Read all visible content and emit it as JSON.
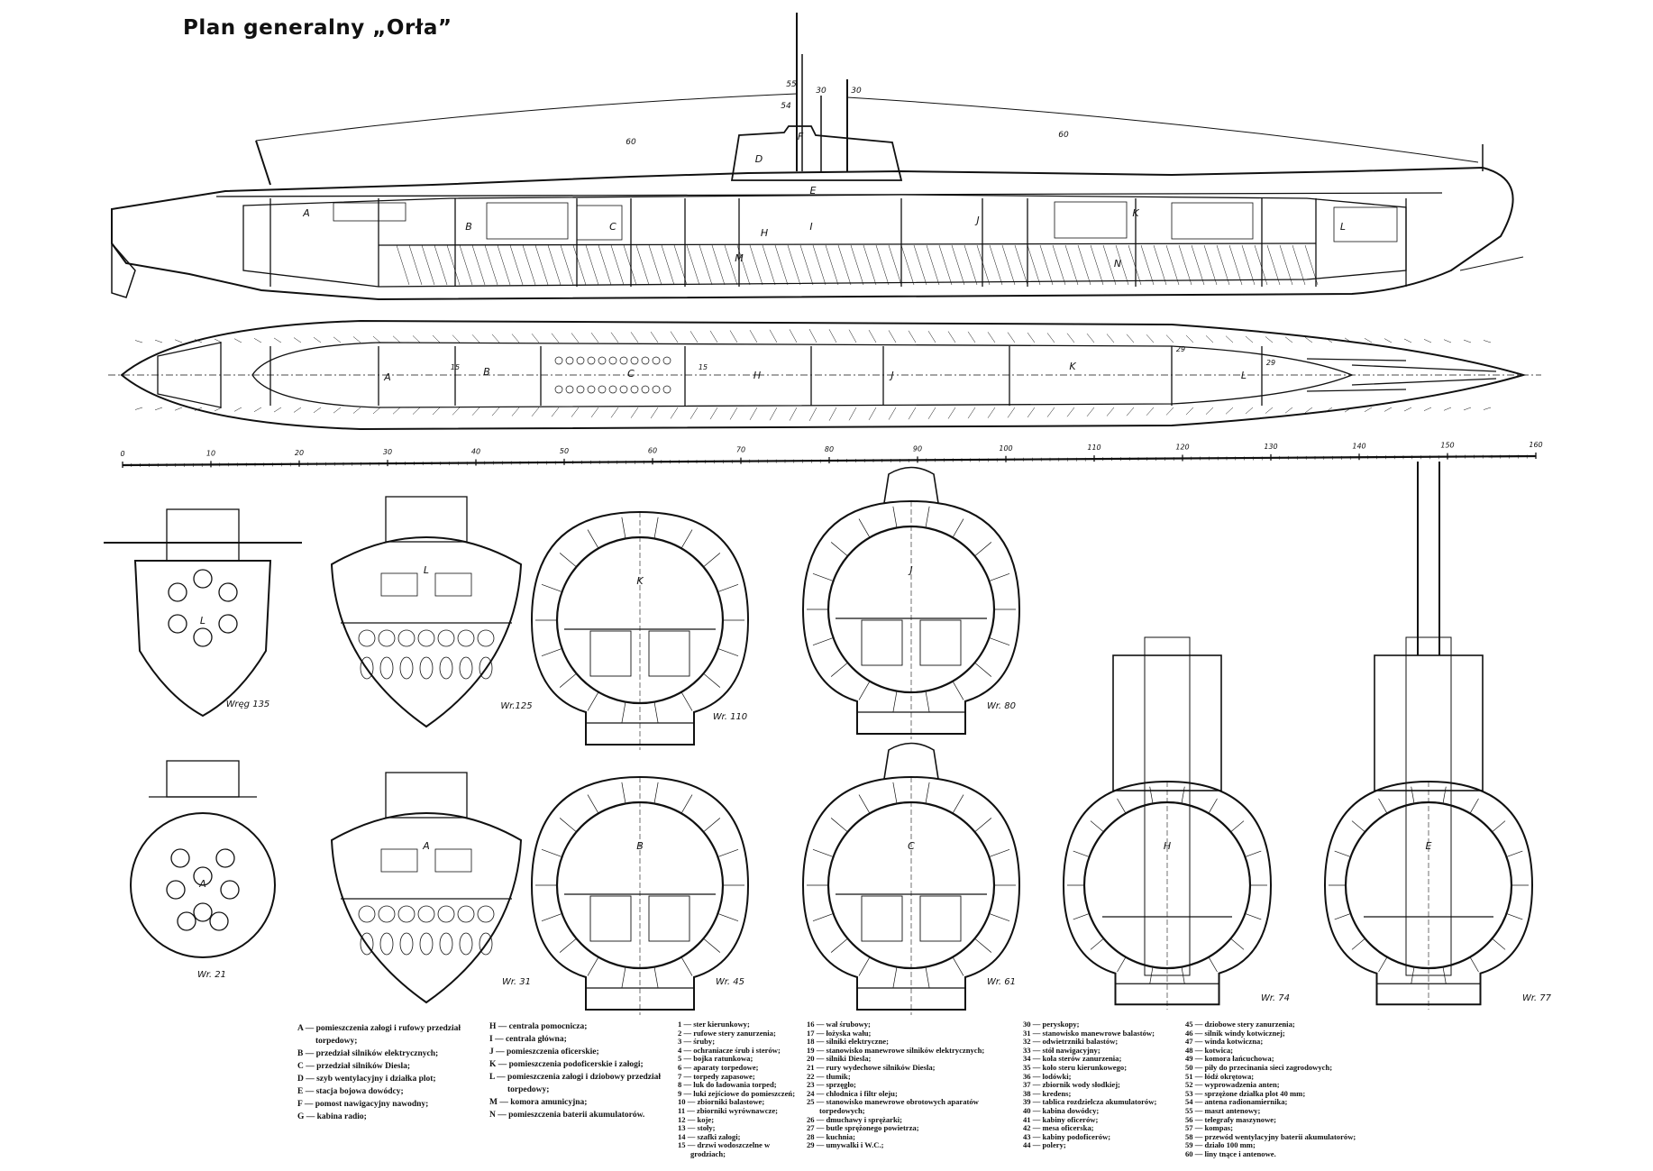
{
  "title": "Plan generalny „Orła”",
  "scale": {
    "labels": [
      "0",
      "10",
      "20",
      "30",
      "40",
      "50",
      "60",
      "70",
      "80",
      "90",
      "100",
      "110",
      "120",
      "130",
      "140",
      "150",
      "160"
    ]
  },
  "side_view": {
    "labels": [
      "A",
      "B",
      "C",
      "D",
      "E",
      "F",
      "H",
      "I",
      "M",
      "J",
      "K",
      "N",
      "L",
      "60",
      "60",
      "55",
      "30",
      "30",
      "54"
    ]
  },
  "plan_view": {
    "labels": [
      "A",
      "B",
      "C",
      "H",
      "J",
      "K",
      "L",
      "15",
      "15",
      "29",
      "29"
    ]
  },
  "sections": [
    {
      "label": "Wręg 135",
      "letter": "L"
    },
    {
      "label": "Wr.125",
      "letter": "L"
    },
    {
      "label": "Wr. 110",
      "letter": "K"
    },
    {
      "label": "Wr. 80",
      "letter": "J"
    },
    {
      "label": "Wr. 21",
      "letter": "A"
    },
    {
      "label": "Wr. 31",
      "letter": "A"
    },
    {
      "label": "Wr. 45",
      "letter": "B"
    },
    {
      "label": "Wr. 61",
      "letter": "C"
    },
    {
      "label": "Wr. 74",
      "letter": "H"
    },
    {
      "label": "Wr. 77",
      "letter": "E"
    }
  ],
  "legend": {
    "letters_left": [
      "A — pomieszczenia załogi i rufowy przedział torpedowy;",
      "B — przedział silników elektrycznych;",
      "C — przedział silników Diesla;",
      "D — szyb wentylacyjny i działka plot;",
      "E — stacja bojowa dowódcy;",
      "F — pomost nawigacyjny nawodny;",
      "G — kabina radio;"
    ],
    "letters_right": [
      "H — centrala pomocnicza;",
      "I — centrala główna;",
      "J — pomieszczenia oficerskie;",
      "K — pomieszczenia podoficerskie i załogi;",
      "L — pomieszczenia załogi i dziobowy przedział torpedowy;",
      "M — komora amunicyjna;",
      "N — pomieszczenia baterii akumulatorów."
    ],
    "numbers_1": [
      "1 — ster kierunkowy;",
      "2 — rufowe stery zanurzenia;",
      "3 — śruby;",
      "4 — ochraniacze śrub i sterów;",
      "5 — bojka ratunkowa;",
      "6 — aparaty torpedowe;",
      "7 — torpedy zapasowe;",
      "8 — luk do ładowania torped;",
      "9 — luki zejściowe do pomieszczeń;",
      "10 — zbiorniki balastowe;",
      "11 — zbiorniki wyrównawcze;",
      "12 — koje;",
      "13 — stoły;",
      "14 — szafki załogi;",
      "15 — drzwi wodoszczelne w grodziach;"
    ],
    "numbers_2": [
      "16 — wał śrubowy;",
      "17 — łożyska wału;",
      "18 — silniki elektryczne;",
      "19 — stanowisko manewrowe silników elektrycznych;",
      "20 — silniki Diesla;",
      "21 — rury wydechowe silników Diesla;",
      "22 — tłumik;",
      "23 — sprzęgło;",
      "24 — chłodnica i filtr oleju;",
      "25 — stanowisko manewrowe obrotowych aparatów torpedowych;",
      "26 — dmuchawy i sprężarki;",
      "27 — butle sprężonego powietrza;",
      "28 — kuchnia;",
      "29 — umywalki i W.C.;"
    ],
    "numbers_3": [
      "30 — peryskopy;",
      "31 — stanowisko manewrowe balastów;",
      "32 — odwietrzniki balastów;",
      "33 — stół nawigacyjny;",
      "34 — koła sterów zanurzenia;",
      "35 — koło steru kierunkowego;",
      "36 — lodówki;",
      "37 — zbiornik wody słodkiej;",
      "38 — kredens;",
      "39 — tablica rozdzielcza akumulatorów;",
      "40 — kabina dowódcy;",
      "41 — kabiny oficerów;",
      "42 — mesa oficerska;",
      "43 — kabiny podoficerów;",
      "44 — polery;"
    ],
    "numbers_4": [
      "45 — dziobowe stery zanurzenia;",
      "46 — silnik windy kotwicznej;",
      "47 — winda kotwiczna;",
      "48 — kotwica;",
      "49 — komora łańcuchowa;",
      "50 — piły do przecinania sieci zagrodowych;",
      "51 — łódź okrętowa;",
      "52 — wyprowadzenia anten;",
      "53 — sprzężone działka plot 40 mm;",
      "54 — antena radionamiernika;",
      "55 — maszt antenowy;",
      "56 — telegrafy maszynowe;",
      "57 — kompas;",
      "58 — przewód wentylacyjny baterii akumulatorów;",
      "59 — działo 100 mm;",
      "60 — liny tnące i antenowe."
    ]
  }
}
